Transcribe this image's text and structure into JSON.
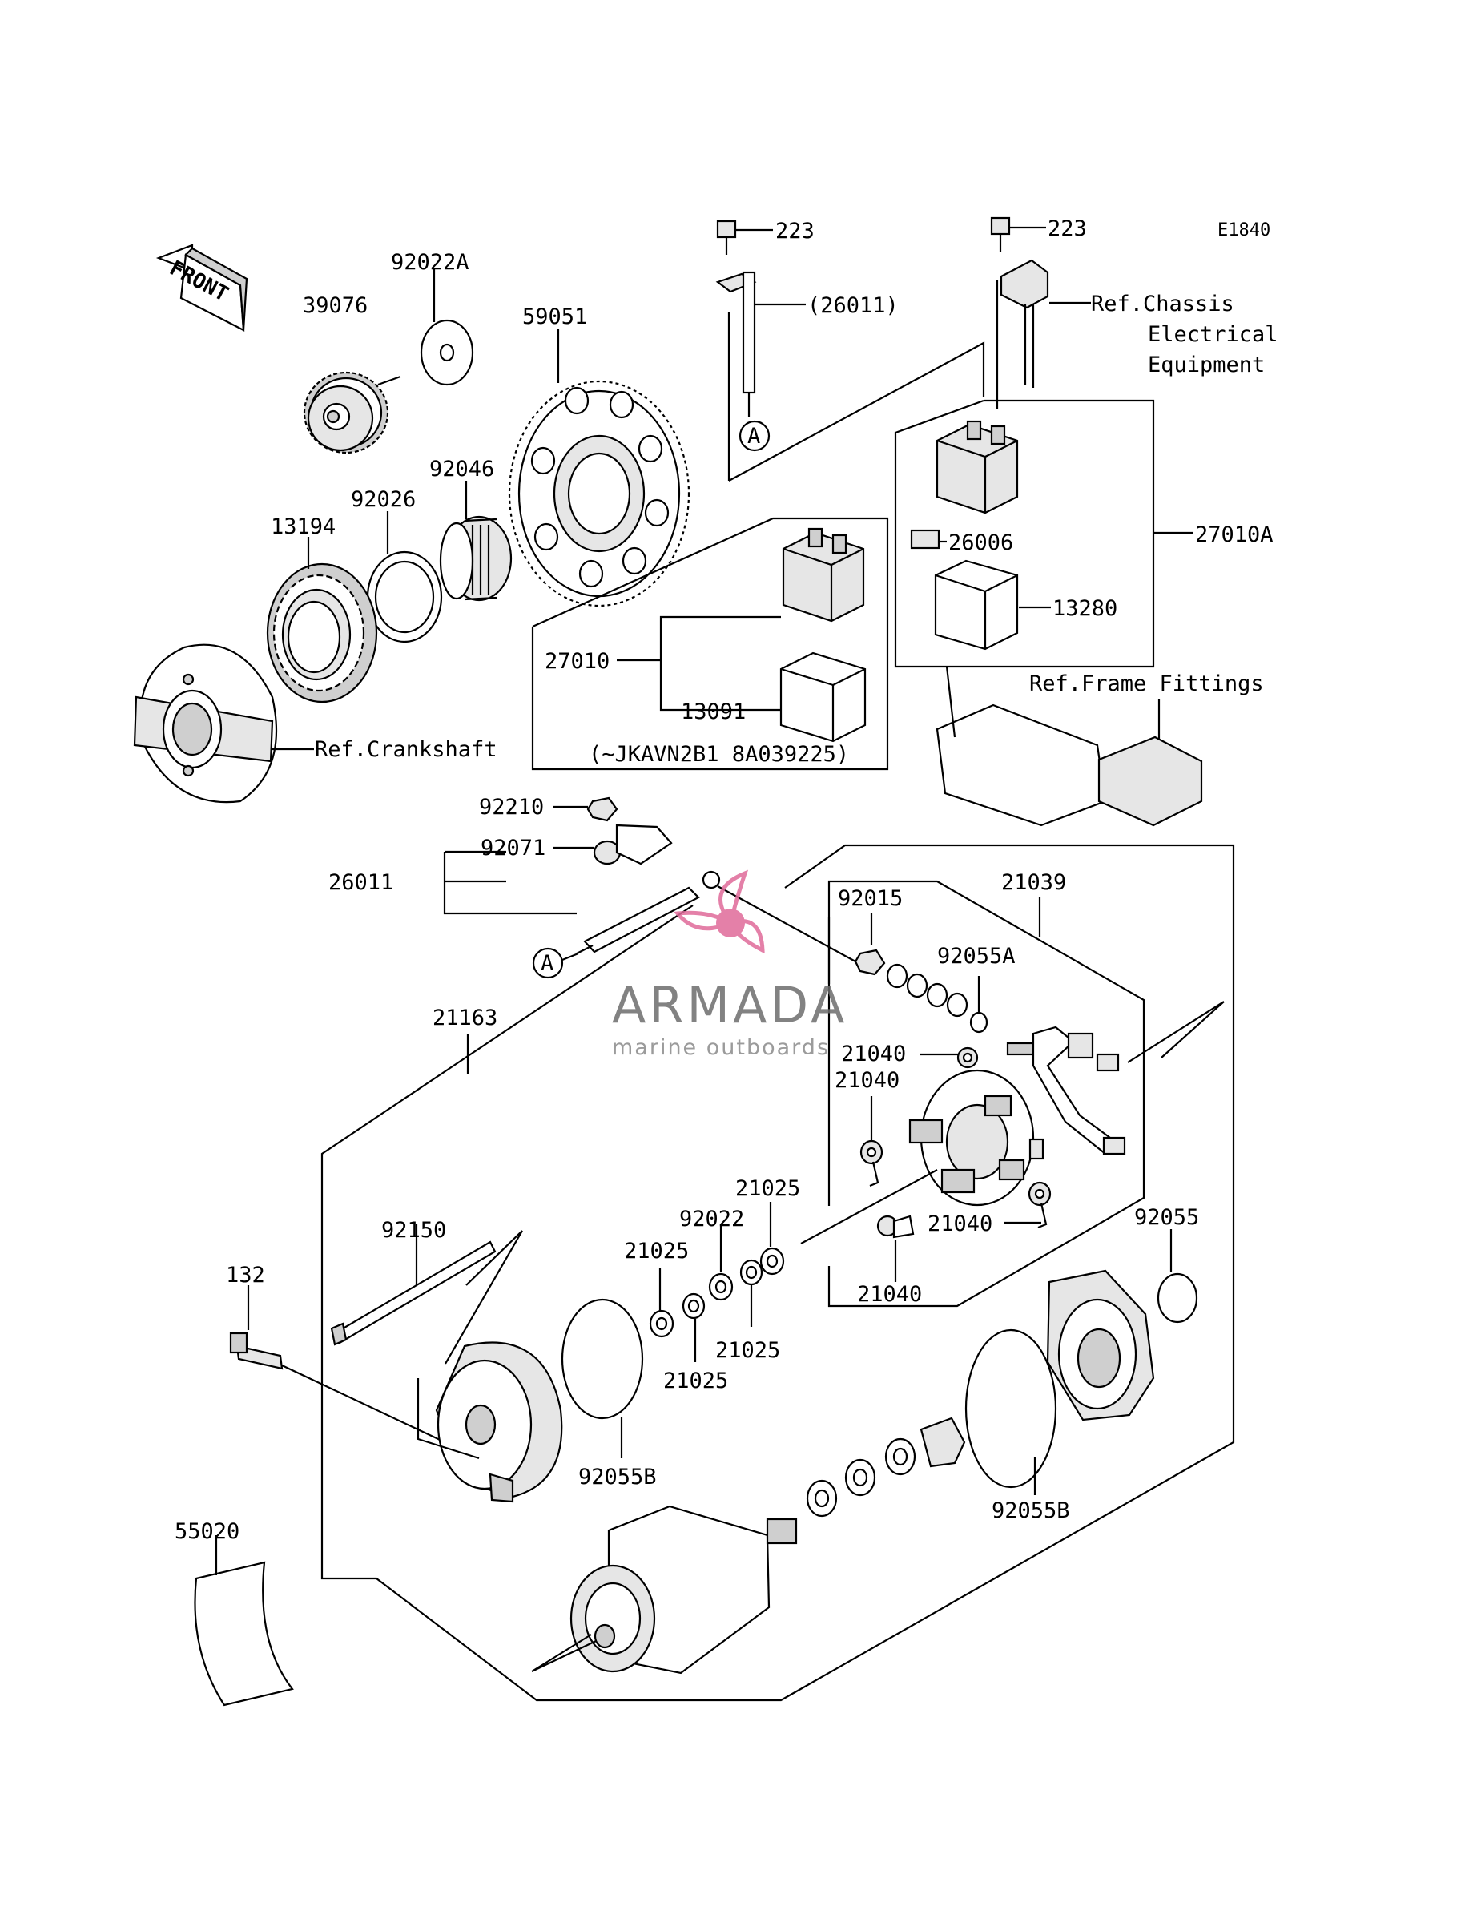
{
  "diagram_code": "E1840",
  "front_label": "FRONT",
  "watermark": {
    "brand": "ARMADA",
    "tagline": "marine outboards",
    "accent_color": "#e06a9a",
    "text_color": "#6d6d6d"
  },
  "labels": {
    "l223a": "223",
    "l223b": "223",
    "l26011p": "(26011)",
    "lchassis1": "Ref.Chassis",
    "lchassis2": "Electrical",
    "lchassis3": "Equipment",
    "l92022A": "92022A",
    "l39076": "39076",
    "l59051": "59051",
    "l92046": "92046",
    "l92026": "92026",
    "l13194": "13194",
    "l26006": "26006",
    "l27010A": "27010A",
    "l13280": "13280",
    "l27010": "27010",
    "l13091": "13091",
    "lserial": "(~JKAVN2B1  8A039225)",
    "lframe": "Ref.Frame Fittings",
    "lcrank": "Ref.Crankshaft",
    "l92210": "92210",
    "l92071": "92071",
    "l26011": "26011",
    "l21039": "21039",
    "l92015": "92015",
    "l92055A": "92055A",
    "l21163": "21163",
    "l21040a": "21040",
    "l21040b": "21040",
    "l21040c": "21040",
    "l21040d": "21040",
    "l21025a": "21025",
    "l92022": "92022",
    "l21025b": "21025",
    "l92055": "92055",
    "l92150": "92150",
    "l132": "132",
    "l21025c": "21025",
    "l21025d": "21025",
    "l92055B1": "92055B",
    "l92055B2": "92055B",
    "l55020": "55020",
    "lA1": "A",
    "lA2": "A"
  }
}
